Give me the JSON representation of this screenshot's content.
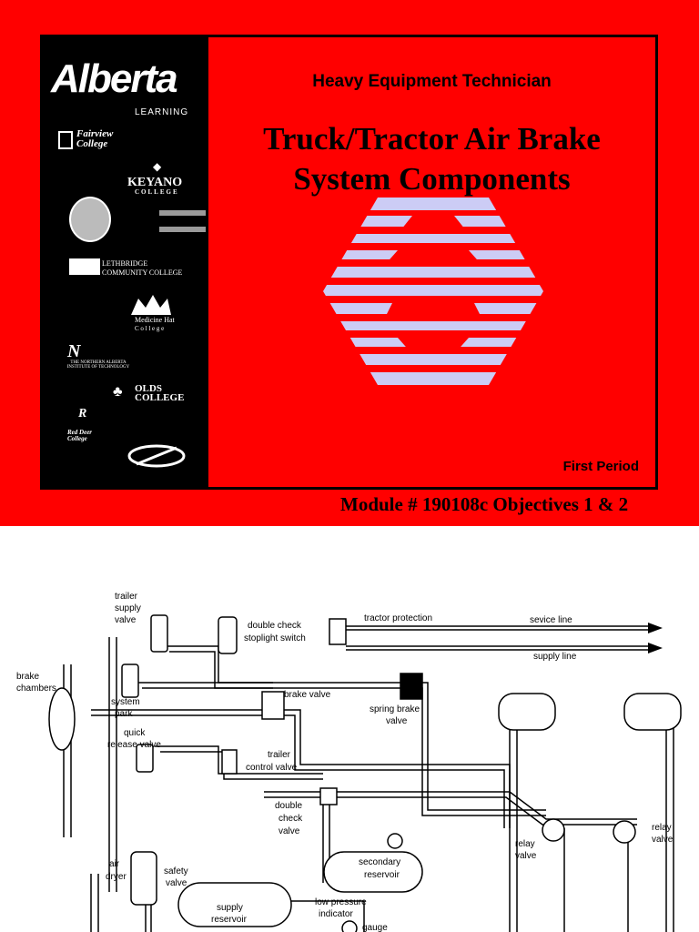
{
  "slide": {
    "subtitle": "Heavy Equipment Technician",
    "title_line1": "Truck/Tractor Air Brake",
    "title_line2": "System Components",
    "period": "First Period",
    "module": "Module # 190108c Objectives 1 & 2",
    "colors": {
      "background": "#ff0000",
      "sidebar": "#000000",
      "emblem": "#ccccf5"
    }
  },
  "sidebar": {
    "alberta": "Alberta",
    "alberta_sub": "LEARNING",
    "fairview": "Fairview College",
    "keyano_top": "KEYANO",
    "keyano_bottom": "COLLEGE",
    "lethbridge_1": "LETHBRIDGE",
    "lethbridge_2": "COMMUNITY COLLEGE",
    "medicine_hat_1": "Medicine Hat",
    "medicine_hat_2": "C o l l e g e",
    "nait": "THE NORTHERN ALBERTA INSTITUTE OF TECHNOLOGY",
    "olds": "OLDS COLLEGE",
    "red_deer": "Red Deer College"
  },
  "diagram": {
    "labels": {
      "trailer_supply_valve": [
        "trailer",
        "supply",
        "valve"
      ],
      "brake_chambers": [
        "brake",
        "chambers"
      ],
      "system_park": [
        "system",
        "park"
      ],
      "quick_release_valve": [
        "quick",
        "release valve"
      ],
      "double_check_stoplight": [
        "double check",
        "stoplight switch"
      ],
      "tractor_protection": "tractor protection",
      "service_line": "sevice line",
      "supply_line": "supply line",
      "brake_valve": "brake valve",
      "spring_brake_valve": [
        "spring brake",
        "valve"
      ],
      "trailer_control_valve": [
        "trailer",
        "control valve"
      ],
      "double_check_valve": [
        "double",
        "check",
        "valve"
      ],
      "relay_valve_left": [
        "relay",
        "valve"
      ],
      "relay_valve_right": [
        "relay",
        "valve"
      ],
      "secondary_reservoir": [
        "secondary",
        "reservoir"
      ],
      "supply_reservoir": [
        "supply",
        "reservoir"
      ],
      "air_dryer": [
        "air",
        "dryer"
      ],
      "safety_valve": [
        "safety",
        "valve"
      ],
      "low_pressure_indicator": [
        "low pressure",
        "indicator"
      ],
      "gauge": "gauge"
    }
  }
}
